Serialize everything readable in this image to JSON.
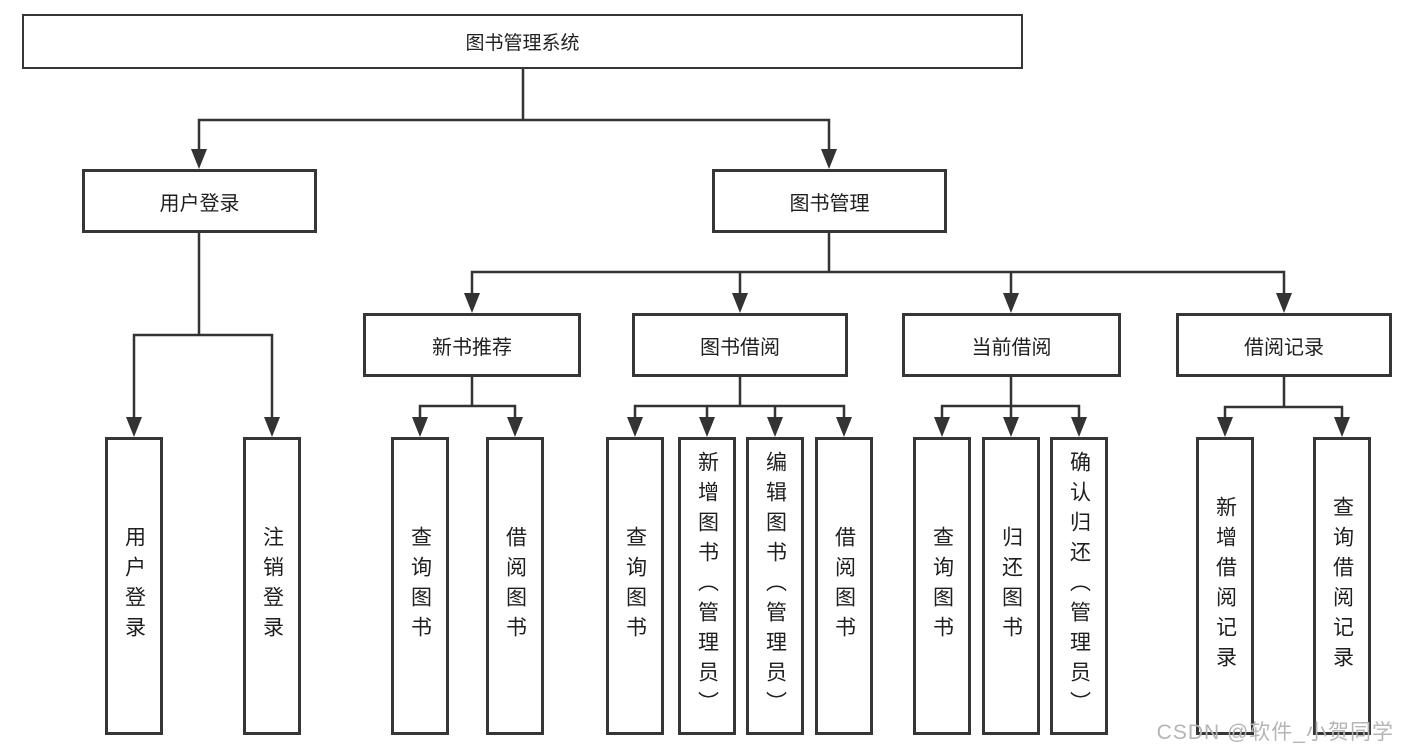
{
  "diagram": {
    "root": "图书管理系统",
    "level2": [
      "用户登录",
      "图书管理"
    ],
    "level3": [
      "新书推荐",
      "图书借阅",
      "当前借阅",
      "借阅记录"
    ],
    "leaves_login": [
      "用户登录",
      "注销登录"
    ],
    "leaves_new_books": [
      "查询图书",
      "借阅图书"
    ],
    "leaves_borrow": [
      "查询图书",
      "新增图书（管理员）",
      "编辑图书（管理员）",
      "借阅图书"
    ],
    "leaves_current": [
      "查询图书",
      "归还图书",
      "确认归还（管理员）"
    ],
    "leaves_records": [
      "新增借阅记录",
      "查询借阅记录"
    ]
  },
  "watermark": "CSDN @软件_小贺同学",
  "colors": {
    "line": "#333333",
    "box_border": "#363636",
    "text": "#1f1f1f",
    "watermark": "#b5b5b5",
    "background": "#ffffff"
  }
}
